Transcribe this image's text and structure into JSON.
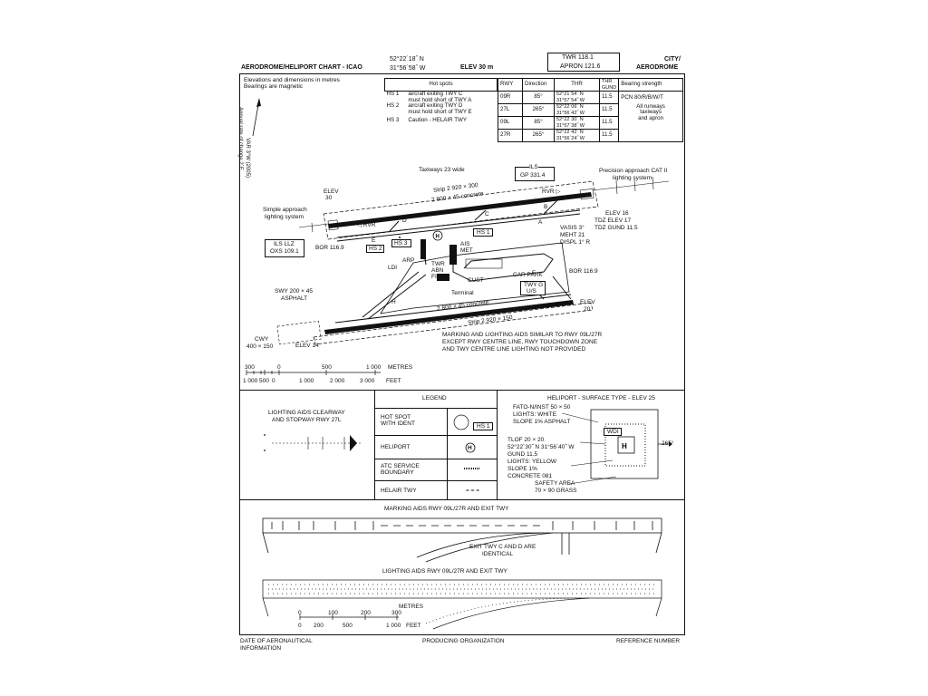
{
  "header": {
    "chart_title": "AERODROME/HELIPORT CHART - ICAO",
    "lat": "52°22´18˝ N",
    "lon": "31°56´58˝ W",
    "elev": "ELEV 30 m",
    "twr": "TWR   118.1",
    "apron": "APRON 121.6",
    "city": "CITY/",
    "aerodrome": "AERODROME"
  },
  "notes": {
    "line1": "Elevations and dimensions in metres",
    "line2": "Bearings are magnetic",
    "var": "VAR 3°W (2005)",
    "annual": "Annual rate of change 2´E"
  },
  "hotspots": {
    "header": "Hot spots",
    "rows": [
      {
        "id": "HS 1",
        "text1": "aircraft exiting TWY C",
        "text2": "must hold short of TWY A"
      },
      {
        "id": "HS 2",
        "text1": "aircraft exiting TWY D",
        "text2": "must hold short of TWY E"
      },
      {
        "id": "HS 3",
        "text1": "Caution - HELAIR TWY",
        "text2": ""
      }
    ]
  },
  "runway_table": {
    "headers": [
      "RWY",
      "Direction",
      "THR",
      "THR GUND",
      "Bearing strength"
    ],
    "rows": [
      {
        "rwy": "09R",
        "dir": "85°",
        "thr1": "52°21´54˝ N",
        "thr2": "31°57´54˝ W",
        "gund": "11.5"
      },
      {
        "rwy": "27L",
        "dir": "265°",
        "thr1": "52°22´06˝ N",
        "thr2": "31°56´42˝ W",
        "gund": "11.5"
      },
      {
        "rwy": "09L",
        "dir": "85°",
        "thr1": "52°22´30˝ N",
        "thr2": "31°57´38˝ W",
        "gund": "11.5"
      },
      {
        "rwy": "27R",
        "dir": "265°",
        "thr1": "52°22´42˝ N",
        "thr2": "31°56´24˝ W",
        "gund": "11.5"
      }
    ],
    "pcn": "PCN 80/R/B/W/T",
    "all1": "All runways",
    "all2": "taxiways",
    "all3": "and apron"
  },
  "map_labels": {
    "taxiways_wide": "Taxiways 23 wide",
    "ils": "ILS",
    "gp": "GP 331.4",
    "precision1": "Precision approach CAT II",
    "precision2": "lighting system",
    "strip_top": "Strip 2 920 × 300",
    "concrete": "2 800 × 45 concrete",
    "elev30a": "ELEV",
    "elev30b": "30",
    "simple1": "Simple approach",
    "simple2": "lighting system",
    "rvr_left": "◁ RVR",
    "rvr_right": "RVR ▷",
    "twy_a": "A",
    "twy_b": "B",
    "twy_c": "C",
    "twy_d": "D",
    "twy_e": "E",
    "twy_f": "F",
    "twy_h": "H",
    "hs1": "HS 1",
    "hs2": "HS 2",
    "hs3": "HS 3",
    "elev16": "ELEV 16",
    "tdz17": "TDZ ELEV 17",
    "tdzg": "TDZ GUND 11.5",
    "vasis": "VASIS 3°",
    "meht": "MEHT 21",
    "displ": "DISPL 1° R",
    "ils_llz": "ILS LLZ",
    "oxs": "OXS 109.1",
    "bor_left": "BOR 116.9",
    "bor_right": "BOR 116.9",
    "ais": "AIS",
    "met": "MET",
    "arp": "ARP",
    "ldi": "LDI",
    "twr": "TWR",
    "abn": "ABN",
    "fiw": "FIW",
    "cust": "CUST",
    "carpark": "CAR PARK",
    "twy_g": "TWY G",
    "us": "U/S",
    "terminal": "Terminal",
    "swy1": "SWY 200 × 45",
    "swy2": "ASPHALT",
    "elev20a": "ELEV",
    "elev20b": "20",
    "cwy1": "CWY",
    "cwy2": "400 × 150",
    "elev14": "ELEV 14",
    "strip_bottom": "Strip 2 920 × 150",
    "concrete_bottom": "2 800 × 45 concrete",
    "marking1": "MARKING AND LIGHTING AIDS SIMILAR TO RWY 09L/27R",
    "marking2": "EXCEPT RWY CENTRE LINE, RWY TOUCHDOWN ZONE",
    "marking3": "AND TWY CENTRE LINE LIGHTING NOT PROVIDED"
  },
  "scale_main": {
    "m_labels": [
      "300",
      "0",
      "500",
      "1 000"
    ],
    "m_unit": "METRES",
    "f_labels": [
      "1 000",
      "500",
      "0",
      "1 000",
      "2 000",
      "3 000"
    ],
    "f_unit": "FEET"
  },
  "lighting_clearway": {
    "title1": "LIGHTING AIDS CLEARWAY",
    "title2": "AND STOPWAY RWY 27L"
  },
  "legend": {
    "title": "LEGEND",
    "rows": [
      {
        "label1": "HOT SPOT",
        "label2": "WITH IDENT",
        "sym": "HS 1"
      },
      {
        "label1": "HELIPORT",
        "label2": "",
        "sym": "H"
      },
      {
        "label1": "ATC SERVICE",
        "label2": "BOUNDARY",
        "sym": ""
      },
      {
        "label1": "HELAIR TWY",
        "label2": "",
        "sym": "= = ="
      }
    ]
  },
  "heliport": {
    "title": "HELIPORT - SURFACE TYPE - ELEV 25",
    "fato1": "FATO-N/INST 50 × 50",
    "fato2": "LIGHTS: WHITE",
    "fato3": "SLOPE 1% ASPHALT",
    "wdi": "WDI",
    "dir": "265°",
    "tlof1": "TLOF 20 × 20",
    "tlof2": "52°22´30˝ N 31°56´40˝ W",
    "tlof3": "GUND 11.5",
    "tlof4": "LIGHTS: YELLOW",
    "tlof5": "SLOPE 1%",
    "tlof6": "CONCRETE 081",
    "safety1": "SAFETY AREA",
    "safety2": "70 × 90 GRASS"
  },
  "marking_aids": {
    "title": "MARKING AIDS RWY 09L/27R AND EXIT TWY",
    "exit1": "EXIT TWY C AND D ARE",
    "exit2": "IDENTICAL"
  },
  "lighting_aids": {
    "title": "LIGHTING AIDS RWY 09L/27R AND EXIT TWY",
    "m_unit": "METRES",
    "m_labels": [
      "0",
      "100",
      "200",
      "300"
    ],
    "f_labels": [
      "0",
      "200",
      "500",
      "1 000"
    ],
    "f_unit": "FEET"
  },
  "footer": {
    "date1": "DATE OF AERONAUTICAL",
    "date2": "INFORMATION",
    "producer": "PRODUCING ORGANIZATION",
    "reference": "REFERENCE NUMBER"
  }
}
